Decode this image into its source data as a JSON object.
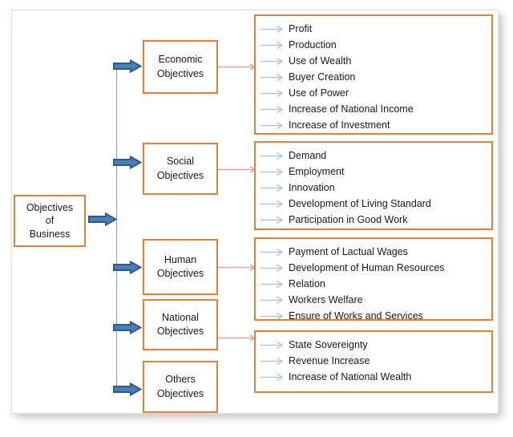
{
  "diagram": {
    "title": "Objectives of Business",
    "root": {
      "label": "Objectives\nof\nBusiness"
    },
    "colors": {
      "box_border": "#ED7D31",
      "block_arrow_fill": "#4A7EBB",
      "block_arrow_outline": "#2E5C8A",
      "spine_line": "#7BA7D7",
      "list_arrow": "#9DC3E6",
      "link_line": "#E8A090",
      "frame_border": "#E2E2E2",
      "text": "#1A1A1A",
      "background": "#FFFFFF"
    },
    "categories": [
      {
        "label": "Economic\nObjectives"
      },
      {
        "label": "Social\nObjectives"
      },
      {
        "label": "Human\nObjectives"
      },
      {
        "label": "National\nObjectives"
      },
      {
        "label": "Others\nObjectives"
      }
    ],
    "lists": [
      {
        "source": "Economic Objectives",
        "items": [
          "Profit",
          "Production",
          "Use of Wealth",
          "Buyer Creation",
          "Use of Power",
          "Increase of National Income",
          "Increase of Investment"
        ]
      },
      {
        "source": "Social Objectives",
        "items": [
          "Demand",
          "Employment",
          "Innovation",
          "Development of Living Standard",
          "Participation in Good Work"
        ]
      },
      {
        "source": "Human Objectives",
        "items": [
          "Payment of Lactual Wages",
          "Development of Human Resources",
          "Relation",
          "Workers Welfare",
          "Ensure of Works and Services"
        ]
      },
      {
        "source": "National Objectives",
        "items": [
          "State Sovereignty",
          "Revenue Increase",
          "Increase of National Wealth"
        ]
      }
    ]
  }
}
